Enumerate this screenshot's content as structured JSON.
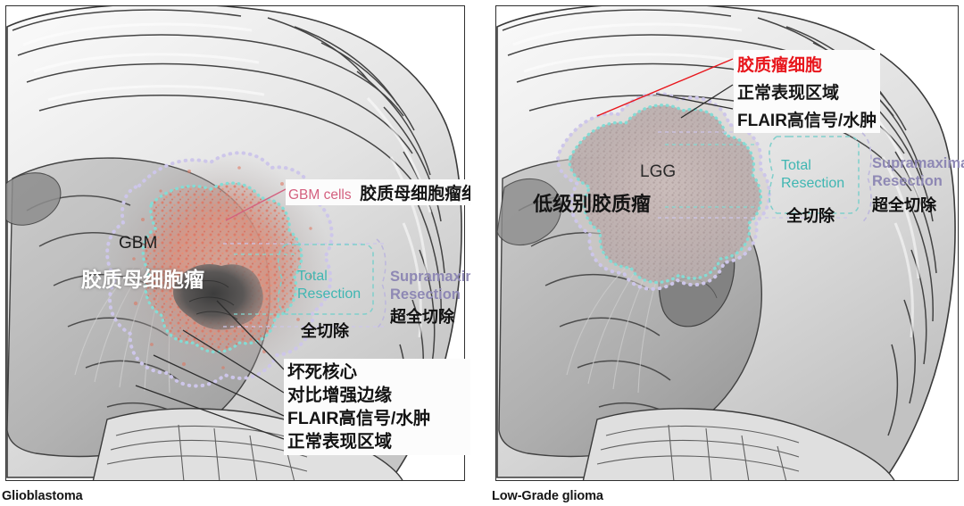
{
  "figure": {
    "type": "medical-illustration",
    "title_hidden": "",
    "panels": [
      {
        "id": "glioblastoma",
        "caption": "Glioblastoma",
        "tumor_label_en": "GBM",
        "tumor_label_cn": "胶质母细胞瘤",
        "callout_cells_en": "GBM cells",
        "callout_cells_cn": "胶质母细胞瘤细胞",
        "resection": {
          "total_en_line1": "Total",
          "total_en_line2": "Resection",
          "total_cn": "全切除",
          "supra_en_line1": "Supramaximal",
          "supra_en_line2": "Resection",
          "supra_cn": "超全切除"
        },
        "annotations": [
          "坏死核心",
          "对比增强边缘",
          "FLAIR高信号/水肿",
          "正常表现区域"
        ]
      },
      {
        "id": "low-grade-glioma",
        "caption": "Low-Grade glioma",
        "tumor_label_en": "LGG",
        "tumor_label_cn": "低级别胶质瘤",
        "annotations": [
          "胶质瘤细胞",
          "正常表现区域",
          "FLAIR高信号/水肿"
        ],
        "resection": {
          "total_en_line1": "Total",
          "total_en_line2": "Resection",
          "total_cn": "全切除",
          "supra_en_line1": "Supramaximal",
          "supra_en_line2": "Resection",
          "supra_cn": "超全切除"
        }
      }
    ],
    "colors": {
      "tumor_cells_pink": "#d4607f",
      "glioma_cells_red": "#e8161c",
      "total_resection_teal": "#3fb6b2",
      "supramaximal_purple": "#8e88b4",
      "enhancing_rim_dotted": "#7fd9d2",
      "flair_edema_dotted": "#c9c2e6",
      "brain_light": "#ededed",
      "brain_mid": "#b9b9b9",
      "brain_dark": "#8a8a8a",
      "necrotic_core": "#4a4a4a",
      "outline": "#2e2e2e"
    }
  }
}
